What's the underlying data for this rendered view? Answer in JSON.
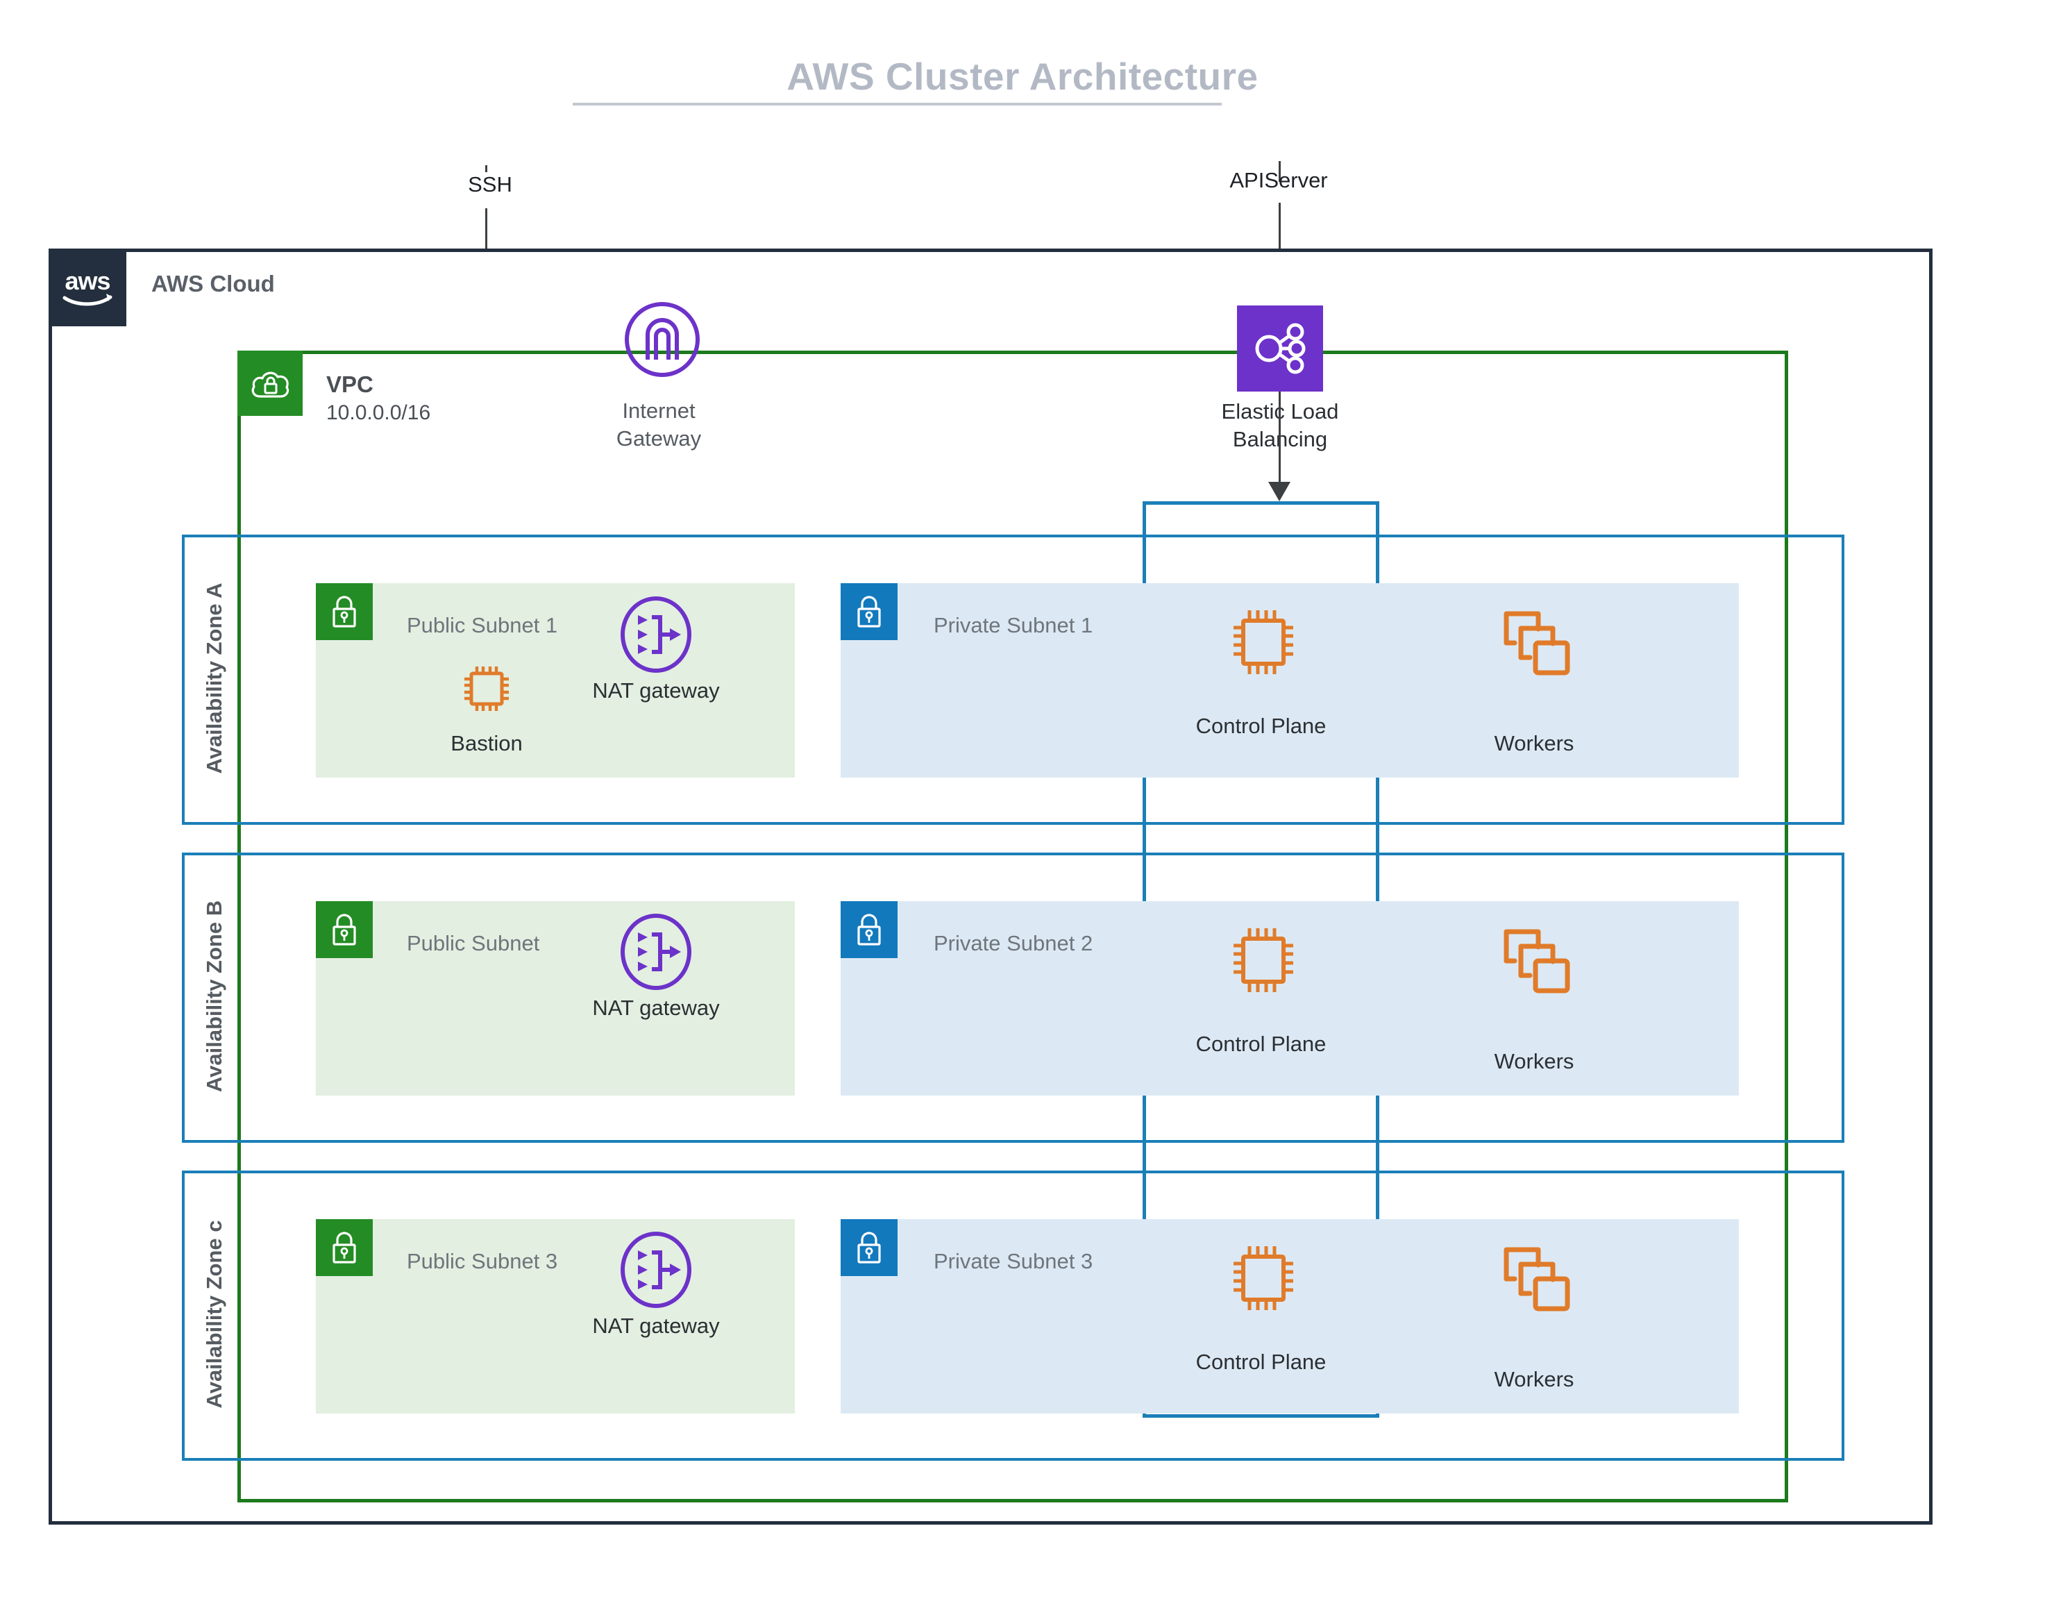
{
  "title": "AWS Cluster Architecture",
  "cloud": {
    "label": "AWS Cloud",
    "logo_icon": "aws-logo-icon"
  },
  "vpc": {
    "label": "VPC",
    "cidr": "10.0.0.0/16",
    "icon": "vpc-cloud-lock-icon",
    "color": "#248c24"
  },
  "connectors": {
    "ssh_label": "SSH",
    "apiserver_label": "APIServer"
  },
  "internet_gateway": {
    "line1": "Internet",
    "line2": "Gateway",
    "icon": "internet-gateway-icon",
    "color": "#6c32c9"
  },
  "load_balancer": {
    "line1": "Elastic Load",
    "line2": "Balancing",
    "icon": "elastic-load-balancing-icon",
    "color": "#6c32c9"
  },
  "zones": [
    {
      "label": "Availability Zone A",
      "public_subnet": {
        "label": "Public Subnet 1",
        "badge_icon": "public-subnet-lock-icon",
        "nodes": [
          {
            "label": "Bastion",
            "icon": "bastion-chip-icon"
          },
          {
            "label": "NAT gateway",
            "icon": "nat-gateway-icon"
          }
        ]
      },
      "private_subnet": {
        "label": "Private Subnet 1",
        "badge_icon": "private-subnet-lock-icon",
        "nodes": [
          {
            "label": "Control Plane",
            "icon": "control-plane-chip-icon"
          },
          {
            "label": "Workers",
            "icon": "workers-stack-icon"
          }
        ]
      }
    },
    {
      "label": "Availability Zone B",
      "public_subnet": {
        "label": "Public Subnet",
        "badge_icon": "public-subnet-lock-icon",
        "nodes": [
          {
            "label": "NAT gateway",
            "icon": "nat-gateway-icon"
          }
        ]
      },
      "private_subnet": {
        "label": "Private Subnet 2",
        "badge_icon": "private-subnet-lock-icon",
        "nodes": [
          {
            "label": "Control Plane",
            "icon": "control-plane-chip-icon"
          },
          {
            "label": "Workers",
            "icon": "workers-stack-icon"
          }
        ]
      }
    },
    {
      "label": "Availability Zone c",
      "public_subnet": {
        "label": "Public Subnet 3",
        "badge_icon": "public-subnet-lock-icon",
        "nodes": [
          {
            "label": "NAT gateway",
            "icon": "nat-gateway-icon"
          }
        ]
      },
      "private_subnet": {
        "label": "Private Subnet 3",
        "badge_icon": "private-subnet-lock-icon",
        "nodes": [
          {
            "label": "Control Plane",
            "icon": "control-plane-chip-icon"
          },
          {
            "label": "Workers",
            "icon": "workers-stack-icon"
          }
        ]
      }
    }
  ],
  "colors": {
    "aws_navy": "#232f3e",
    "vpc_green": "#1c7a1c",
    "subnet_green": "#248c24",
    "subnet_blue": "#1279bd",
    "az_blue": "#1b7fb8",
    "purple": "#6c32c9",
    "orange": "#e07b2a",
    "title_gray": "#b3b9c4"
  }
}
